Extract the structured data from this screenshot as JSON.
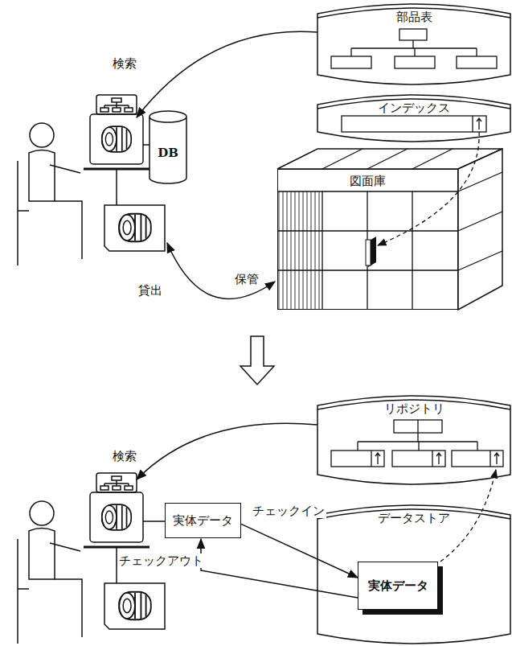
{
  "diagram": {
    "nodes": [
      {
        "text": [
          "部品表"
        ]
      },
      {
        "text": [
          "インデックス"
        ]
      },
      {
        "text": [
          "図面庫"
        ]
      },
      {
        "text": [
          "DB"
        ]
      },
      {
        "text": [
          "リポジトリ"
        ]
      },
      {
        "text": [
          "実体データ"
        ]
      },
      {
        "text": [
          "データストア"
        ]
      },
      {
        "text": [
          "実体データ"
        ],
        "in": 6
      }
    ],
    "edges": [
      {
        "from": 5,
        "to": 7,
        "arrow": "to",
        "label": "チェックイン"
      },
      {
        "from": 7,
        "to": 5,
        "arrow": "to",
        "label": "チェックアウト"
      }
    ],
    "labels": [
      "検索",
      "貸出",
      "保管",
      "検索"
    ]
  }
}
